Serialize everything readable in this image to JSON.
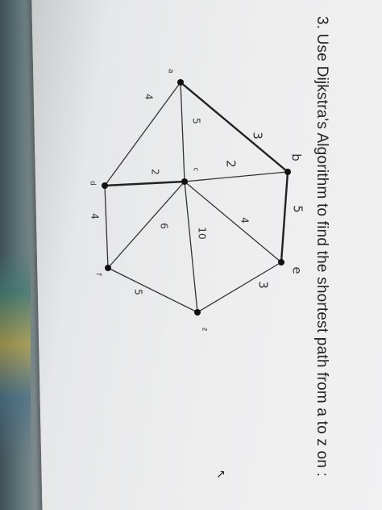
{
  "problem": {
    "text": "3. Use Dijkstra's Algorithm to find the shortest path from a to z on :"
  },
  "graph": {
    "nodes": [
      {
        "id": "a",
        "label": "a"
      },
      {
        "id": "b",
        "label": "b"
      },
      {
        "id": "c",
        "label": "c"
      },
      {
        "id": "d",
        "label": "d"
      },
      {
        "id": "e",
        "label": "e"
      },
      {
        "id": "f",
        "label": "f"
      },
      {
        "id": "z",
        "label": "z"
      }
    ],
    "edges": [
      {
        "from": "a",
        "to": "b",
        "weight": "3"
      },
      {
        "from": "a",
        "to": "c",
        "weight": "5"
      },
      {
        "from": "a",
        "to": "d",
        "weight": "4"
      },
      {
        "from": "b",
        "to": "c",
        "weight": "2"
      },
      {
        "from": "b",
        "to": "e",
        "weight": "5"
      },
      {
        "from": "d",
        "to": "c",
        "weight": "2"
      },
      {
        "from": "c",
        "to": "e",
        "weight": "4"
      },
      {
        "from": "c",
        "to": "f",
        "weight": "6"
      },
      {
        "from": "c",
        "to": "z",
        "weight": "10"
      },
      {
        "from": "d",
        "to": "f",
        "weight": "4"
      },
      {
        "from": "e",
        "to": "z",
        "weight": "3"
      },
      {
        "from": "f",
        "to": "z",
        "weight": "5"
      }
    ]
  },
  "stray_mark": "↗"
}
